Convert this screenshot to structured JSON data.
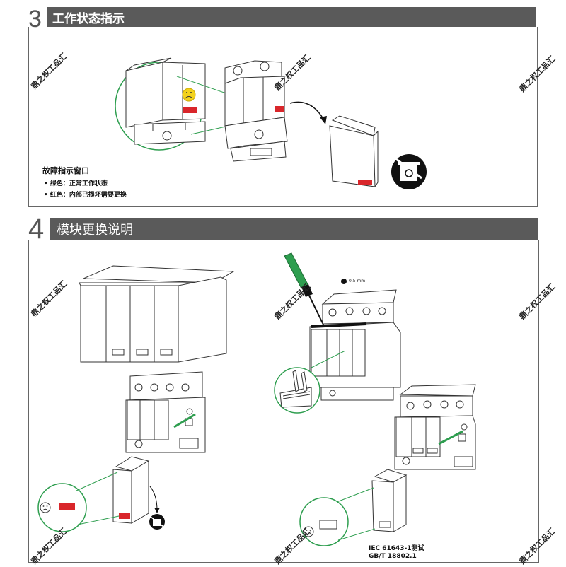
{
  "section3": {
    "number": "3",
    "title": "工作状态指示",
    "caption_title": "故障指示窗口",
    "items": [
      {
        "bullet": "•",
        "text": "绿色：正常工作状态"
      },
      {
        "bullet": "•",
        "text": "红色：内部已损坏需要更换"
      }
    ]
  },
  "section4": {
    "number": "4",
    "title": "模块更换说明",
    "tool_label": "0,5 mm",
    "standards": [
      "IEC 61643-1测试",
      "GB/T 18802.1"
    ]
  },
  "watermark": "鼎之权工品汇",
  "colors": {
    "header_bg": "#5a5a5a",
    "indicator_red": "#d9262b",
    "indicator_green": "#2e9e4f",
    "sad_face": "#f3d21c"
  },
  "icons": [
    "sad-face-icon",
    "happy-face-icon",
    "recycle-bin-icon",
    "screwdriver-icon",
    "arrow-icon"
  ]
}
